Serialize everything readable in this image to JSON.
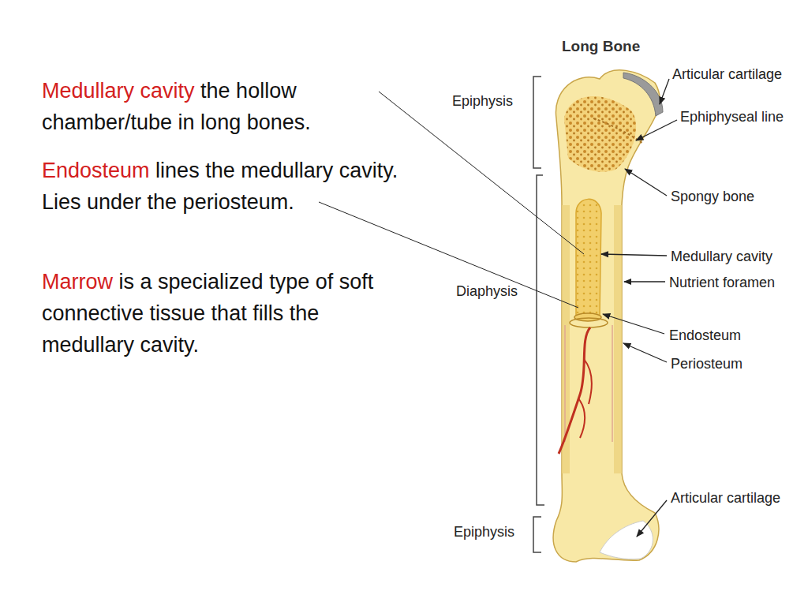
{
  "diagram": {
    "title": "Long Bone",
    "labels": [
      "Medullary cavity",
      "the hollow chamber/tube in long bones.",
      "Endosteum",
      "lines the medullary cavity. Lies under the periosteum.",
      "Marrow",
      "is a specialized type of soft connective tissue that fills the medullary cavity.",
      "Articular cartilage",
      "Ephiphyseal line",
      "Spongy bone",
      "Medullary cavity",
      "Nutrient foramen",
      "Endosteum",
      "Periosteum",
      "Articular cartilage",
      "Epiphysis",
      "Diaphysis",
      "Epiphysis"
    ]
  }
}
